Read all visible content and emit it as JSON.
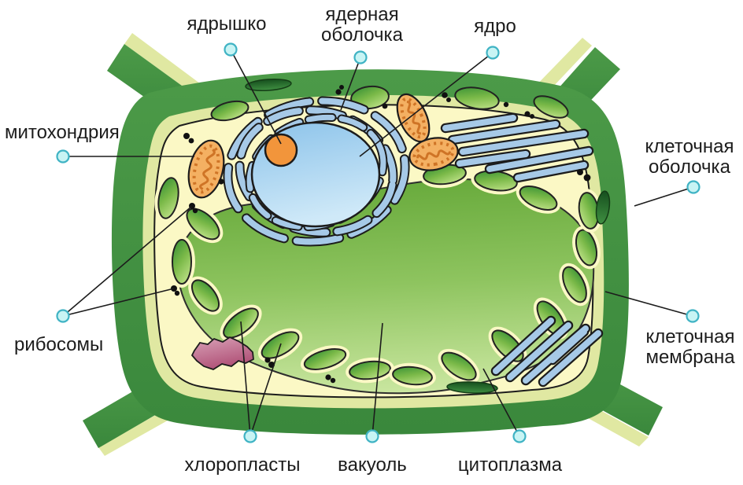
{
  "diagram": {
    "type": "labeled-biology-diagram",
    "subject": "plant cell structure",
    "labels": {
      "nucleolus": {
        "text": "ядрышко"
      },
      "nuclear_envelope": {
        "line1": "ядерная",
        "line2": "оболочка"
      },
      "nucleus": {
        "text": "ядро"
      },
      "mitochondrion": {
        "text": "митохондрия"
      },
      "cell_wall": {
        "line1": "клеточная",
        "line2": "оболочка"
      },
      "ribosomes": {
        "text": "рибосомы"
      },
      "cell_membrane": {
        "line1": "клеточная",
        "line2": "мембрана"
      },
      "chloroplasts": {
        "text": "хлоропласты"
      },
      "vacuole": {
        "text": "вакуоль"
      },
      "cytoplasm": {
        "text": "цитоплазма"
      }
    },
    "colors": {
      "cell_wall_green": "#3f8f41",
      "wall_inner_khaki": "#e0e8a2",
      "cytoplasm_yellow": "#fbf8c5",
      "vacuole_green": "#8cc25f",
      "nucleus_blue": "#a9d0ee",
      "nucleolus_orange": "#f2953b",
      "er_blue": "#a6c9e7",
      "mitochondrion_orange": "#f4b062",
      "chloroplast_green": "#6fb345",
      "pink_inclusion": "#c07590",
      "ribosome_black": "#111111",
      "leader_dot_fill": "#c8f4f4",
      "leader_dot_border": "#3fb3c4",
      "label_text": "#1c1c1c"
    }
  }
}
